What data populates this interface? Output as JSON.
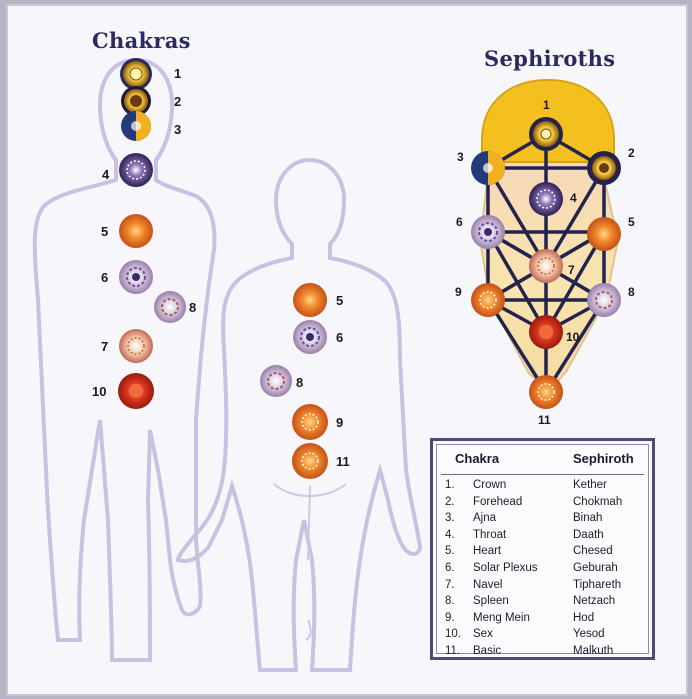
{
  "titles": {
    "chakras": "Chakras",
    "sephiroths": "Sephiroths"
  },
  "front_body_labels": [
    "1",
    "2",
    "3",
    "4",
    "5",
    "6",
    "8",
    "7",
    "10"
  ],
  "back_body_labels": [
    "5",
    "6",
    "8",
    "9",
    "11"
  ],
  "tree_labels": [
    "1",
    "2",
    "3",
    "4",
    "5",
    "6",
    "7",
    "8",
    "9",
    "10",
    "11"
  ],
  "legend": {
    "header_chakra": "Chakra",
    "header_sephiroth": "Sephiroth",
    "rows": [
      {
        "num": "1.",
        "chakra": "Crown",
        "sephiroth": "Kether"
      },
      {
        "num": "2.",
        "chakra": "Forehead",
        "sephiroth": "Chokmah"
      },
      {
        "num": "3.",
        "chakra": "Ajna",
        "sephiroth": "Binah"
      },
      {
        "num": "4.",
        "chakra": "Throat",
        "sephiroth": "Daath"
      },
      {
        "num": "5.",
        "chakra": "Heart",
        "sephiroth": "Chesed"
      },
      {
        "num": "6.",
        "chakra": "Solar Plexus",
        "sephiroth": "Geburah"
      },
      {
        "num": "7.",
        "chakra": "Navel",
        "sephiroth": "Tiphareth"
      },
      {
        "num": "8.",
        "chakra": "Spleen",
        "sephiroth": "Netzach"
      },
      {
        "num": "9.",
        "chakra": "Meng Mein",
        "sephiroth": "Hod"
      },
      {
        "num": "10.",
        "chakra": "Sex",
        "sephiroth": "Yesod"
      },
      {
        "num": "11.",
        "chakra": "Basic",
        "sephiroth": "Malkuth"
      }
    ]
  },
  "colors": {
    "outline": "#c7c0df",
    "tree_lines": "#232350",
    "legend_border": "#4d4a78",
    "gold": "#f0c020",
    "orange": "#e8782a",
    "red": "#c8281e",
    "purple": "#4a3a7c"
  }
}
